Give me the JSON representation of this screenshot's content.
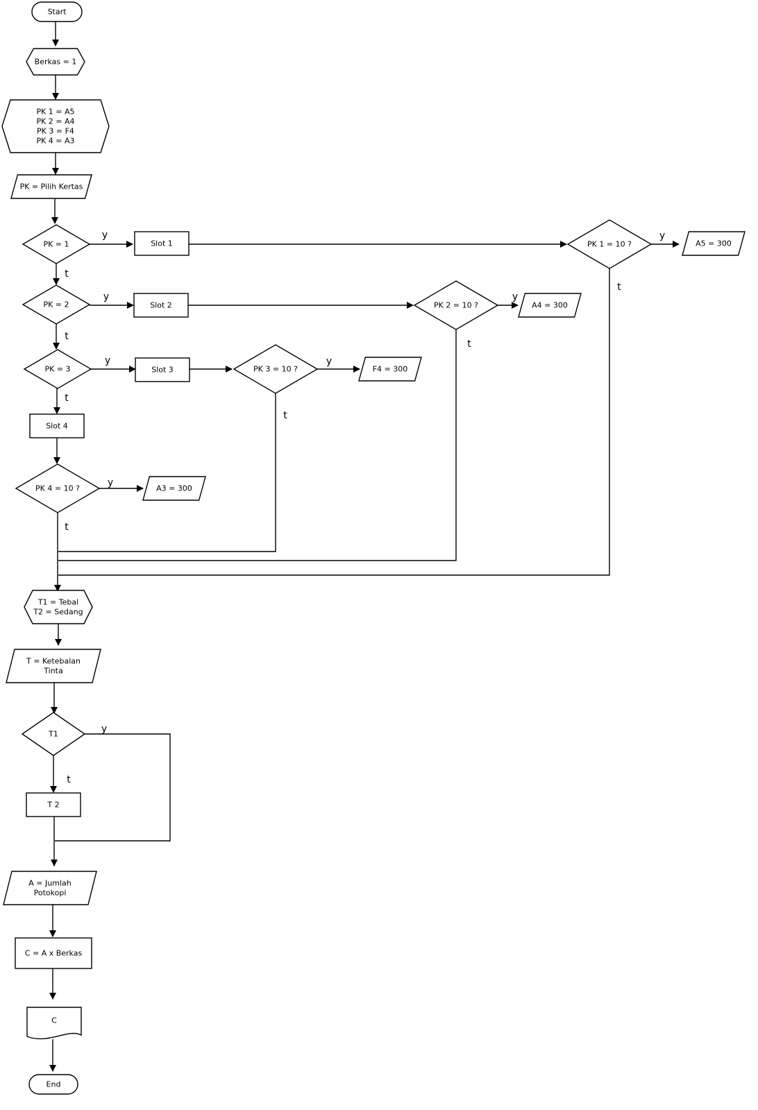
{
  "nodes": {
    "start": [
      "Start"
    ],
    "berkas": [
      "Berkas = 1"
    ],
    "pk_prep": [
      "PK 1 = A5",
      "PK 2 = A4",
      "PK 3 = F4",
      "PK 4 = A3"
    ],
    "pk_input": [
      "PK = Pilih Kertas"
    ],
    "pk1": [
      "PK = 1"
    ],
    "slot1": [
      "Slot 1"
    ],
    "pk1_10": [
      "PK 1 = 10 ?"
    ],
    "a5_300": [
      "A5 = 300"
    ],
    "pk2": [
      "PK = 2"
    ],
    "slot2": [
      "Slot 2"
    ],
    "pk2_10": [
      "PK 2 = 10 ?"
    ],
    "a4_300": [
      "A4 = 300"
    ],
    "pk3": [
      "PK = 3"
    ],
    "slot3": [
      "Slot 3"
    ],
    "pk3_10": [
      "PK 3 = 10 ?"
    ],
    "f4_300": [
      "F4 = 300"
    ],
    "slot4": [
      "Slot 4"
    ],
    "pk4_10": [
      "PK 4 = 10 ?"
    ],
    "a3_300": [
      "A3 = 300"
    ],
    "t_prep": [
      "T1 = Tebal",
      "T2 = Sedang"
    ],
    "t_input": [
      "T = Ketebalan",
      "Tinta"
    ],
    "t1": [
      "T1"
    ],
    "t2": [
      "T 2"
    ],
    "a_input": [
      "A = Jumlah",
      "Potokopi"
    ],
    "calc": [
      "C = A x Berkas"
    ],
    "out_c": [
      "C"
    ],
    "end": [
      "End"
    ]
  },
  "edge_labels": {
    "yes": "y",
    "no": "t"
  }
}
